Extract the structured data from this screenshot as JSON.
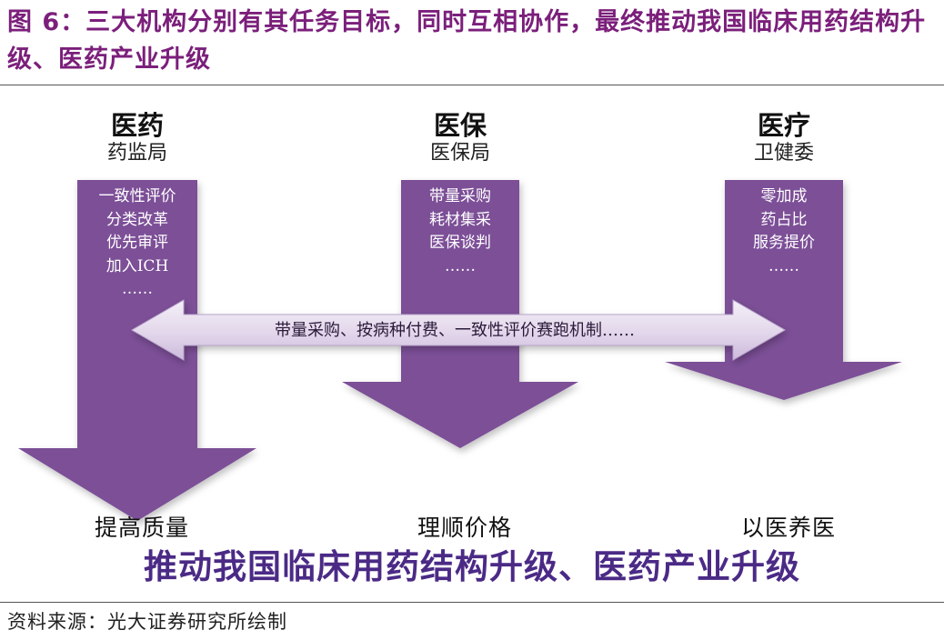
{
  "figure": {
    "title": "图 6：三大机构分别有其任务目标，同时互相协作，最终推动我国临床用药结构升级、医药产业升级",
    "source": "资料来源：光大证券研究所绘制"
  },
  "columns": [
    {
      "heading": "医药",
      "agency": "药监局",
      "items": [
        "一致性评价",
        "分类改革",
        "优先审评",
        "加入ICH",
        "……"
      ],
      "outcome": "提高质量"
    },
    {
      "heading": "医保",
      "agency": "医保局",
      "items": [
        "带量采购",
        "耗材集采",
        "医保谈判",
        "……"
      ],
      "outcome": "理顺价格"
    },
    {
      "heading": "医疗",
      "agency": "卫健委",
      "items": [
        "零加成",
        "药占比",
        "服务提价",
        "……"
      ],
      "outcome": "以医养医"
    }
  ],
  "banner": {
    "text": "带量采购、按病种付费、一致性评价赛跑机制……"
  },
  "conclusion": "推动我国临床用药结构升级、医药产业升级",
  "colors": {
    "title": "#7b1f7b",
    "arrow_fill": "#7c4f97",
    "banner_fill": "#e6dcee",
    "conclusion": "#4b2a86"
  }
}
